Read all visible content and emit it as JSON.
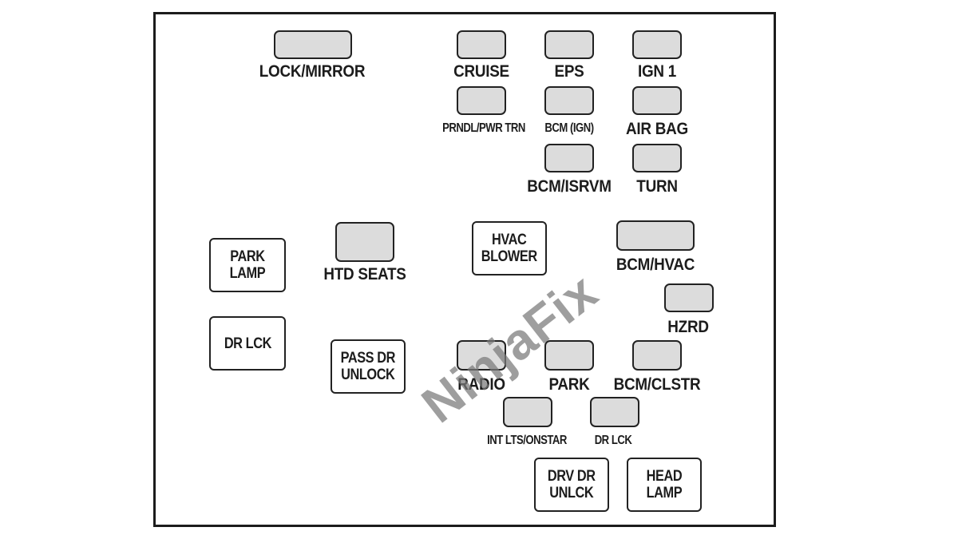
{
  "fuses": [
    {
      "id": "lock-mirror",
      "label": "LOCK/MIRROR"
    },
    {
      "id": "cruise",
      "label": "CRUISE"
    },
    {
      "id": "eps",
      "label": "EPS"
    },
    {
      "id": "ign-1",
      "label": "IGN 1"
    },
    {
      "id": "prndl-pwr-trn",
      "label": "PRNDL/PWR TRN"
    },
    {
      "id": "bcm-ign",
      "label": "BCM (IGN)"
    },
    {
      "id": "air-bag",
      "label": "AIR BAG"
    },
    {
      "id": "bcm-isrvm",
      "label": "BCM/ISRVM"
    },
    {
      "id": "turn",
      "label": "TURN"
    },
    {
      "id": "htd-seats",
      "label": "HTD SEATS"
    },
    {
      "id": "bcm-hvac",
      "label": "BCM/HVAC"
    },
    {
      "id": "hzrd",
      "label": "HZRD"
    },
    {
      "id": "radio",
      "label": "RADIO"
    },
    {
      "id": "park",
      "label": "PARK"
    },
    {
      "id": "bcm-clstr",
      "label": "BCM/CLSTR"
    },
    {
      "id": "int-lts-onstar",
      "label": "INT LTS/ONSTAR"
    },
    {
      "id": "dr-lck-fuse",
      "label": "DR LCK"
    }
  ],
  "relays": [
    {
      "id": "park-lamp",
      "line1": "PARK",
      "line2": "LAMP"
    },
    {
      "id": "hvac-blower",
      "line1": "HVAC",
      "line2": "BLOWER"
    },
    {
      "id": "dr-lck-relay",
      "line1": "DR LCK",
      "line2": ""
    },
    {
      "id": "pass-dr-unlock",
      "line1": "PASS DR",
      "line2": "UNLOCK"
    },
    {
      "id": "drv-dr-unlck",
      "line1": "DRV DR",
      "line2": "UNLCK"
    },
    {
      "id": "head-lamp",
      "line1": "HEAD",
      "line2": "LAMP"
    }
  ],
  "watermark": "NinjaFix"
}
